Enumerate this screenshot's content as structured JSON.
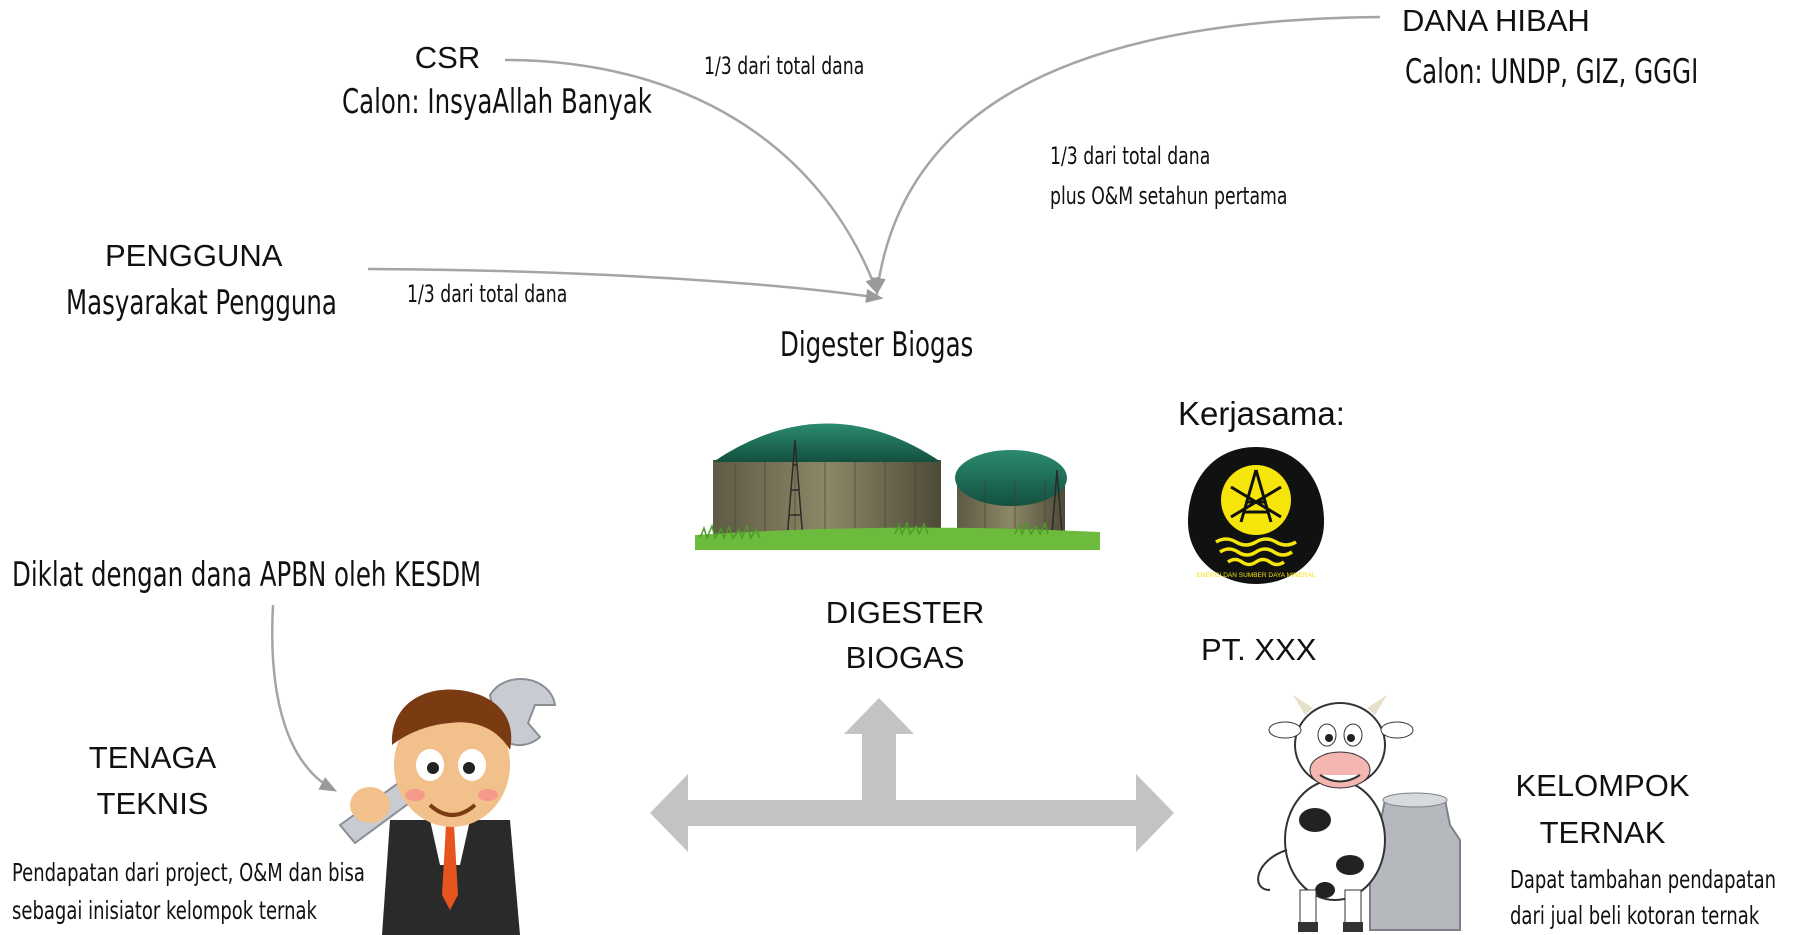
{
  "sources": {
    "csr": {
      "title": "CSR",
      "subtitle": "Calon: InsyaAllah Banyak",
      "share": "1/3 dari total dana"
    },
    "hibah": {
      "title": "DANA HIBAH",
      "subtitle": "Calon: UNDP, GIZ, GGGI",
      "share_line1": "1/3 dari total dana",
      "share_line2": "plus O&M setahun pertama"
    },
    "pengguna": {
      "title": "PENGGUNA",
      "subtitle": "Masyarakat Pengguna",
      "share": "1/3 dari total dana"
    }
  },
  "target": {
    "label": "Digester Biogas"
  },
  "kerjasama": {
    "label": "Kerjasama:",
    "logo_text": "ENERGI DAN SUMBER DAYA MINERAL",
    "company": "PT. XXX"
  },
  "digester": {
    "line1": "DIGESTER",
    "line2": "BIOGAS"
  },
  "diklat": {
    "text": "Diklat dengan dana APBN oleh KESDM"
  },
  "teknis": {
    "line1": "TENAGA",
    "line2": "TEKNIS",
    "desc1": "Pendapatan dari project, O&M dan bisa",
    "desc2": "sebagai inisiator kelompok ternak"
  },
  "ternak": {
    "line1": "KELOMPOK",
    "line2": "TERNAK",
    "desc1": "Dapat tambahan pendapatan",
    "desc2": "dari jual beli kotoran ternak"
  },
  "colors": {
    "arrow_gray": "#c3c3c3",
    "curve_gray": "#9a9a9a",
    "tank_green": "#1e6b55",
    "logo_yellow": "#f5e50a"
  }
}
